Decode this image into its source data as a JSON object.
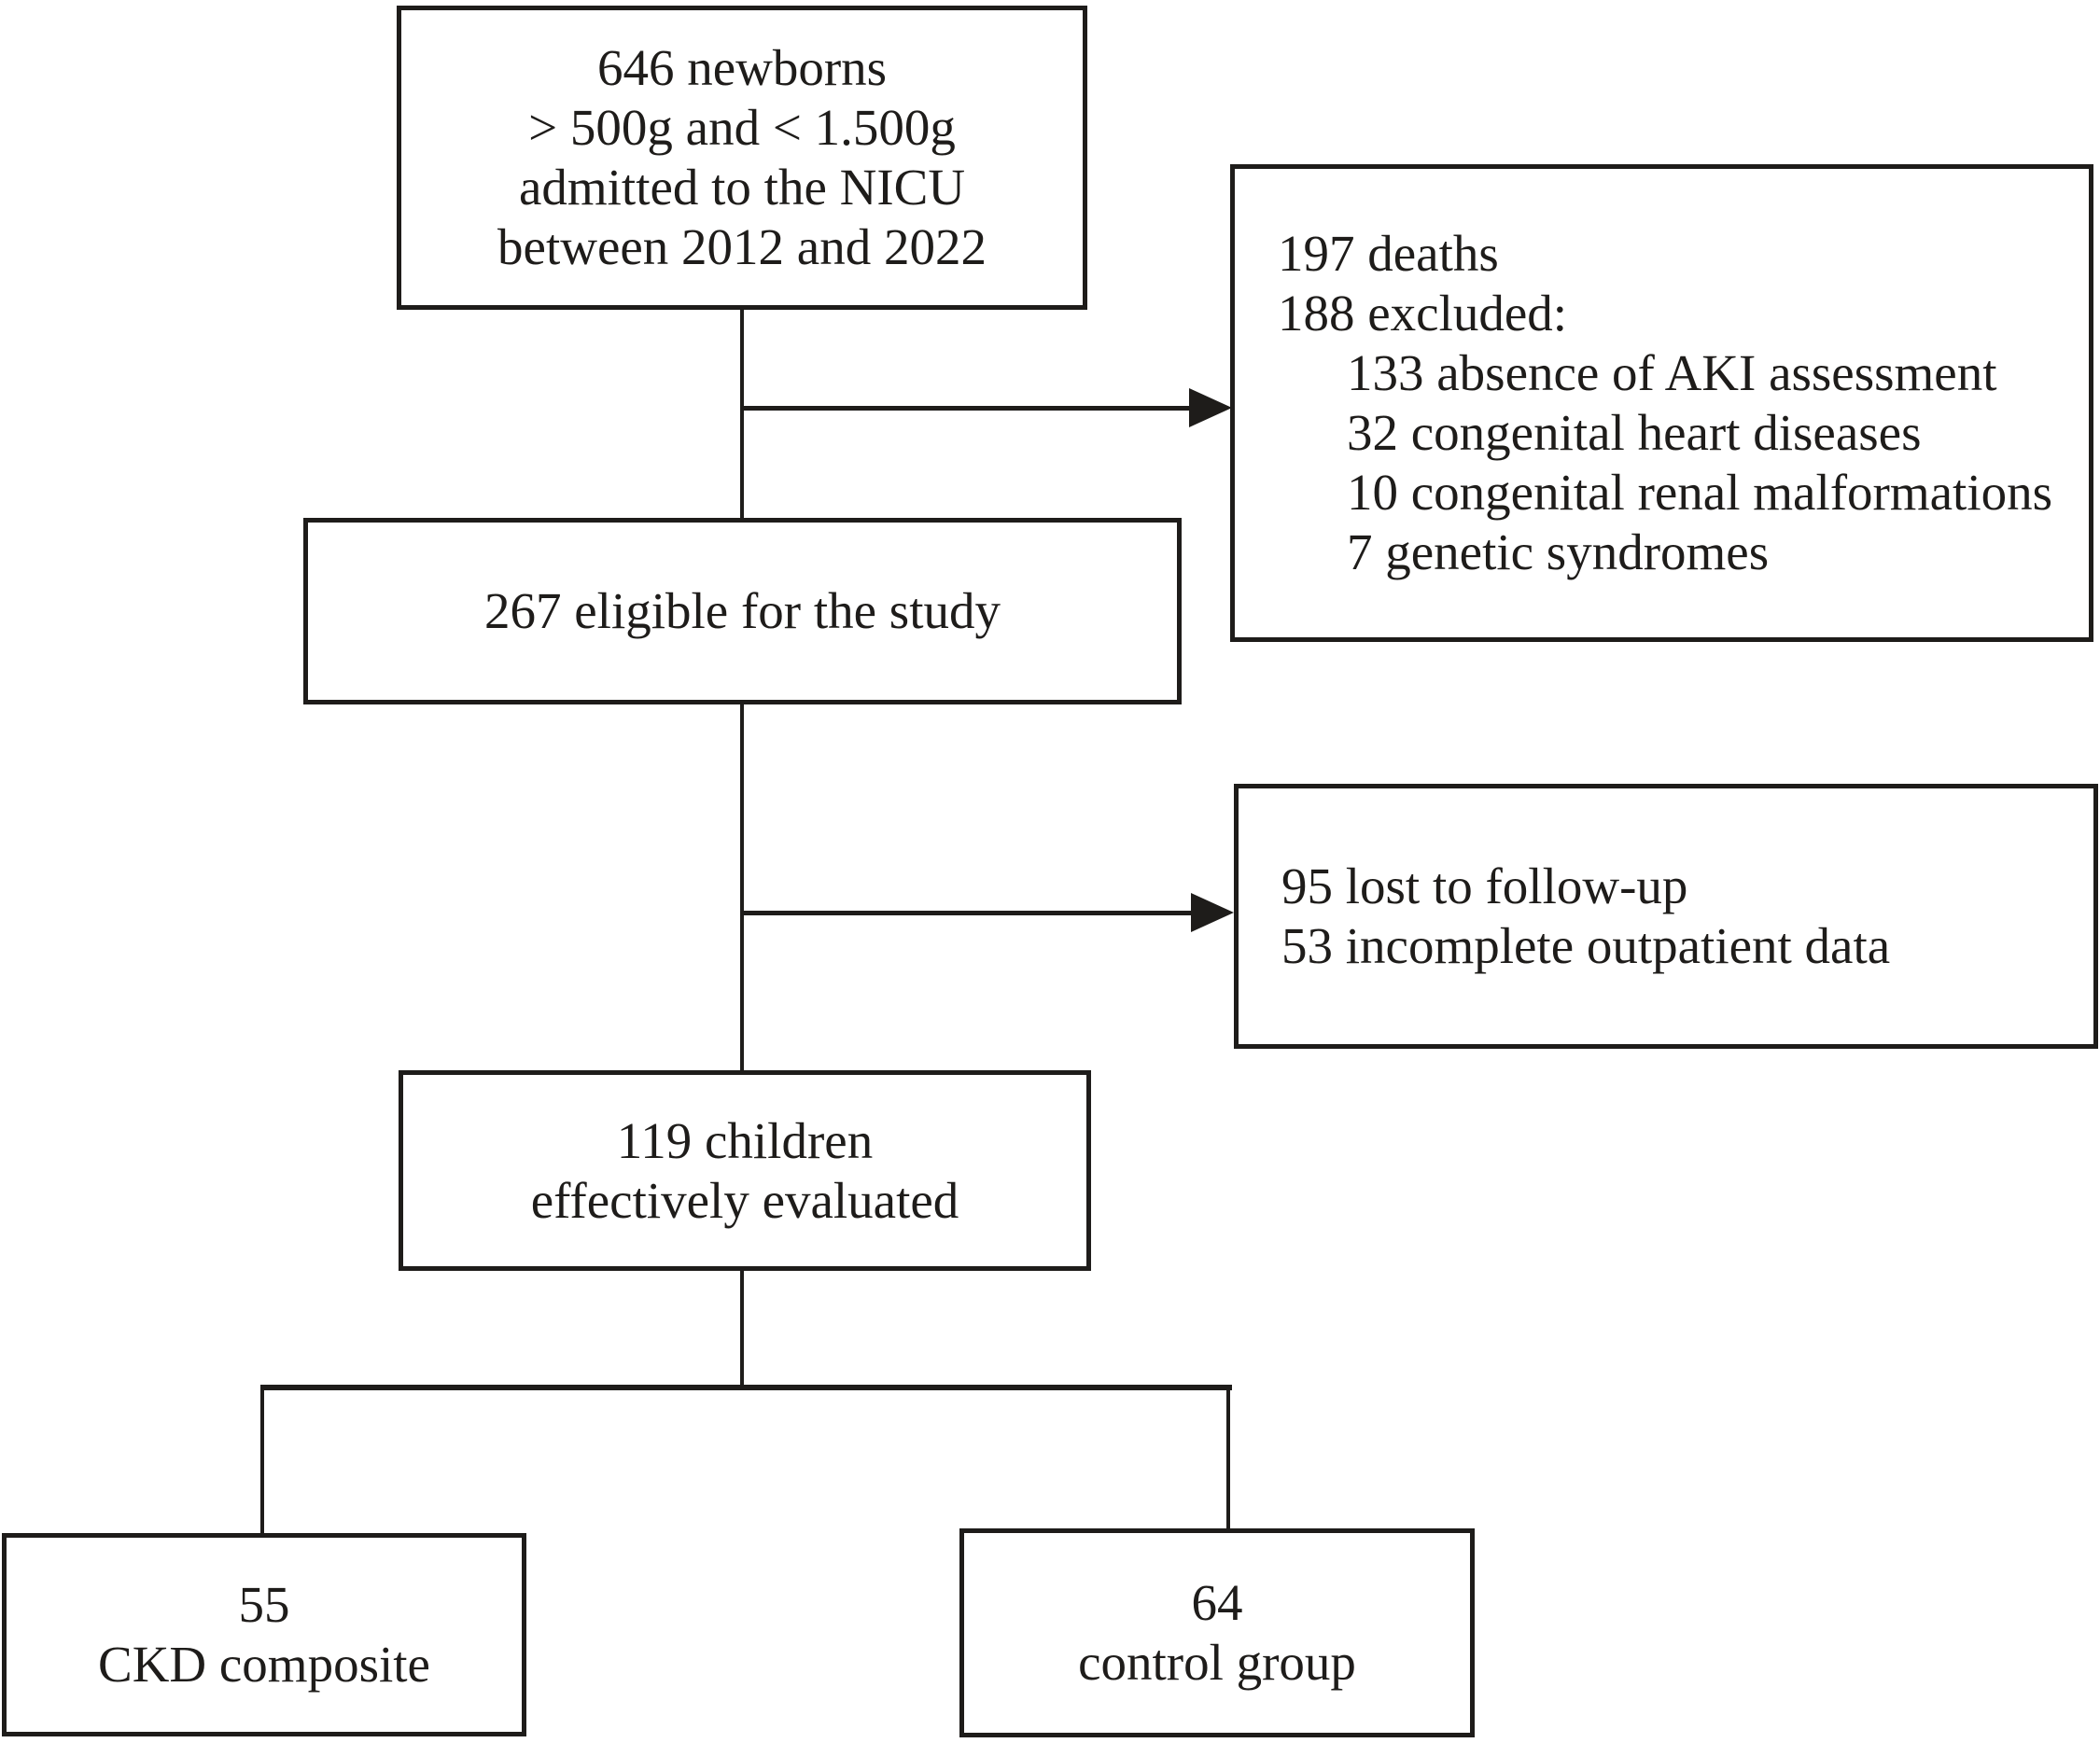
{
  "figure": {
    "type": "study-flowchart",
    "colors": {
      "ink": "#1e1c1a",
      "background": "#ffffff"
    },
    "enrollment": {
      "lines": [
        "646 newborns",
        "> 500g and < 1.500g",
        "admitted to the NICU",
        "between 2012 and 2022"
      ]
    },
    "initial_exclusions": {
      "lines": [
        "197 deaths",
        "188 excluded:"
      ],
      "sub_lines": [
        "133 absence of AKI assessment",
        "32 congenital heart diseases",
        "10 congenital renal malformations",
        "7 genetic syndromes"
      ]
    },
    "eligible": {
      "lines": [
        "267 eligible for the study"
      ]
    },
    "followup_exclusions": {
      "lines": [
        "95 lost to follow-up",
        "53 incomplete outpatient data"
      ]
    },
    "evaluated": {
      "lines": [
        "119 children",
        "effectively evaluated"
      ]
    },
    "ckd_group": {
      "lines": [
        "55",
        "CKD composite"
      ]
    },
    "control_group": {
      "lines": [
        "64",
        "control group"
      ]
    }
  }
}
